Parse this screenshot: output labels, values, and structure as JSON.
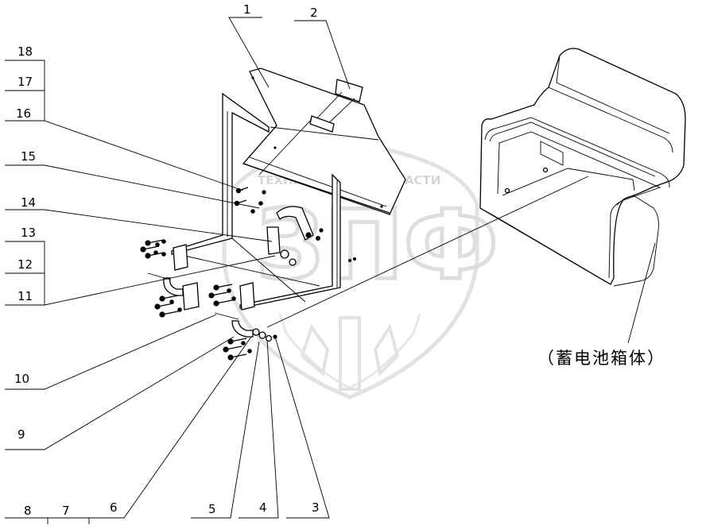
{
  "callouts": [
    {
      "id": "c1",
      "label": "1"
    },
    {
      "id": "c2",
      "label": "2"
    },
    {
      "id": "c3",
      "label": "3"
    },
    {
      "id": "c4",
      "label": "4"
    },
    {
      "id": "c5",
      "label": "5"
    },
    {
      "id": "c6",
      "label": "6"
    },
    {
      "id": "c7",
      "label": "7"
    },
    {
      "id": "c8",
      "label": "8"
    },
    {
      "id": "c9",
      "label": "9"
    },
    {
      "id": "c10",
      "label": "10"
    },
    {
      "id": "c11",
      "label": "11"
    },
    {
      "id": "c12",
      "label": "12"
    },
    {
      "id": "c13",
      "label": "13"
    },
    {
      "id": "c14",
      "label": "14"
    },
    {
      "id": "c15",
      "label": "15"
    },
    {
      "id": "c16",
      "label": "16"
    },
    {
      "id": "c17",
      "label": "17"
    },
    {
      "id": "c18",
      "label": "18"
    }
  ],
  "caption": "（蓄电池箱体）",
  "watermark": {
    "left": "ТЕХНИКА",
    "right": "ЗАПЧАСТИ",
    "logo": "ЗПФ"
  }
}
